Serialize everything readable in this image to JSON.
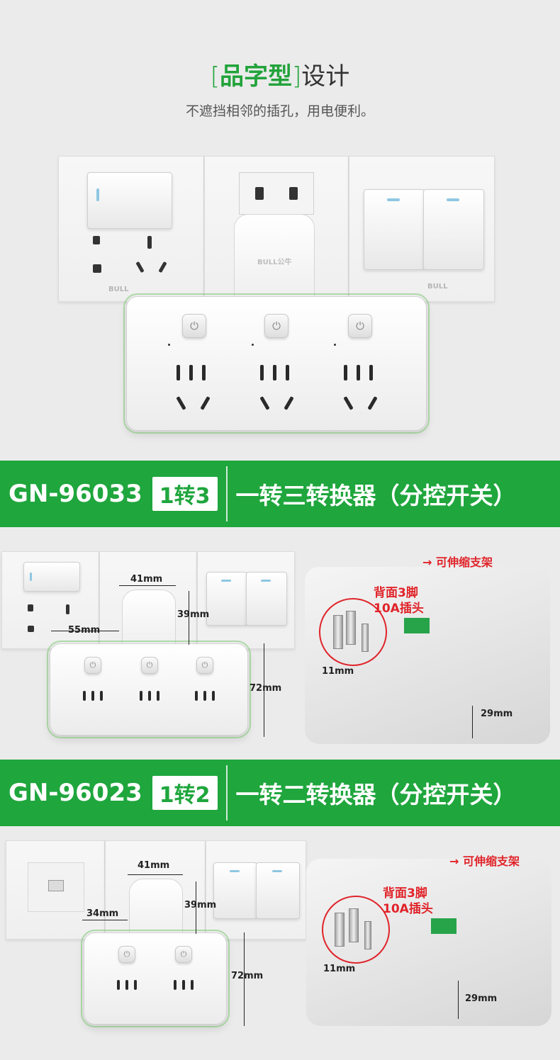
{
  "heading": {
    "open_bracket": "[",
    "highlight": "品字型",
    "close_bracket": "]",
    "rest": "设计"
  },
  "subtitle": "不遮挡相邻的插孔，用电便利。",
  "brand_text": "BULL",
  "brand_cn": "BULL公牛",
  "band1": {
    "model": "GN-96033",
    "tag": "1转3",
    "desc": "一转三转换器（分控开关）"
  },
  "band2": {
    "model": "GN-96023",
    "tag": "1转2",
    "desc": "一转二转换器（分控开关）"
  },
  "section1": {
    "dims": {
      "neck_width": "41mm",
      "neck_height": "39mm",
      "left_offset": "55mm",
      "body_height": "72mm",
      "pin_depth": "11mm",
      "body_depth": "29mm"
    },
    "labels": {
      "bracket": "→ 可伸缩支架",
      "back_pins_line1": "背面3脚",
      "back_pins_line2": "10A插头"
    }
  },
  "section2": {
    "dims": {
      "neck_width": "41mm",
      "neck_height": "39mm",
      "left_offset": "34mm",
      "body_height": "72mm",
      "pin_depth": "11mm",
      "body_depth": "29mm"
    },
    "labels": {
      "bracket": "→ 可伸缩支架",
      "back_pins_line1": "背面3脚",
      "back_pins_line2": "10A插头"
    }
  },
  "icons": {
    "power": "⏻"
  },
  "colors": {
    "brand_green": "#1fa63d",
    "accent_red": "#e0242a"
  }
}
